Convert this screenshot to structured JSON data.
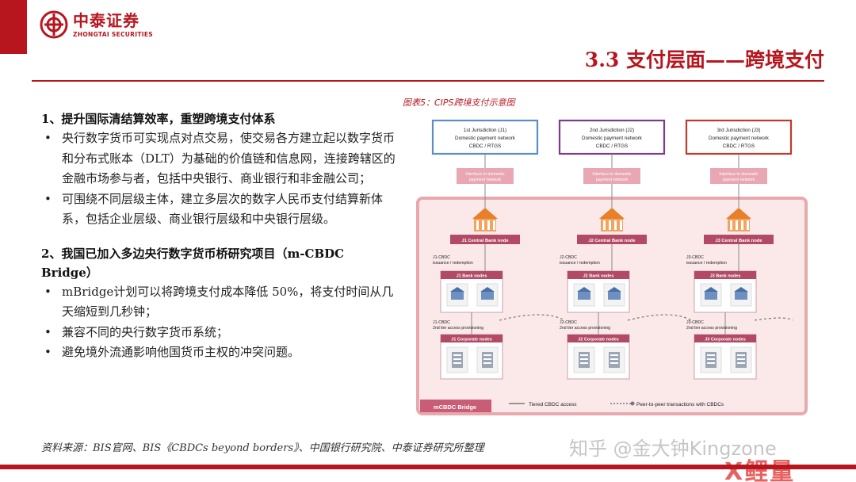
{
  "header": {
    "logo_cn": "中泰证券",
    "logo_en": "ZHONGTAI SECURITIES",
    "title": "3.3 支付层面——跨境支付"
  },
  "section1": {
    "heading": "1、提升国际清结算效率，重塑跨境支付体系",
    "bullets": [
      "央行数字货币可实现点对点交易，使交易各方建立起以数字货币和分布式账本（DLT）为基础的价值链和信息网，连接跨辖区的金融市场参与者，包括中央银行、商业银行和非金融公司；",
      "可围绕不同层级主体，建立多层次的数字人民币支付结算新体系，包括企业层级、商业银行层级和中央银行层级。"
    ]
  },
  "section2": {
    "heading": "2、我国已加入多边央行数字货币桥研究项目（m-CBDC Bridge）",
    "bullets": [
      "mBridge计划可以将跨境支付成本降低 50%，将支付时间从几天缩短到几秒钟；",
      "兼容不同的央行数字货币系统；",
      "避免境外流通影响他国货币主权的冲突问题。"
    ]
  },
  "figure": {
    "caption": "图表5：CIPS跨境支付示意图",
    "columns": [
      {
        "jurisdiction": "1st Jurisdiction (J1)",
        "network": "Domestic payment network",
        "cbdc": "CBDC / RTGS",
        "interface": "Interface to domestic payment network",
        "central_node": "J1 Central Bank node",
        "issuance": "J1-CBDC issuance / redemption",
        "bank_nodes": "J1 Bank nodes",
        "access": "J1-CBDC 2nd tier access provisioning",
        "corporate_nodes": "J1 Corporate nodes",
        "color": "#5b8ec9"
      },
      {
        "jurisdiction": "2nd Jurisdiction (J2)",
        "network": "Domestic payment network",
        "cbdc": "CBDC / RTGS",
        "interface": "Interface to domestic payment network",
        "central_node": "J2 Central Bank node",
        "issuance": "J2-CBDC issuance / redemption",
        "bank_nodes": "J2 Bank nodes",
        "access": "J2-CBDC 2nd tier access provisioning",
        "corporate_nodes": "J2 Corporate nodes",
        "color": "#7b3b8e"
      },
      {
        "jurisdiction": "3rd Jurisdiction (J3)",
        "network": "Domestic payment network",
        "cbdc": "CBDC / RTGS",
        "interface": "Interface to domestic payment network",
        "central_node": "J3 Central Bank node",
        "issuance": "J3-CBDC issuance / redemption",
        "bank_nodes": "J3 Bank nodes",
        "access": "J3-CBDC 2nd tier access provisioning",
        "corporate_nodes": "J3 Corporate nodes",
        "color": "#c0392b"
      }
    ],
    "bridge_label": "mCBDC Bridge",
    "legend_solid": "Tiered CBDC access",
    "legend_dashed": "Peer-to-peer transactions with CBDCs",
    "colors": {
      "accent": "#b8161f",
      "box_bg": "#f6d6d8",
      "node_header": "#b24a66",
      "bridge_label_bg": "#c95d77"
    }
  },
  "footer": {
    "source": "资料来源：BIS官网、BIS《CBDCs beyond borders》、中国银行研究院、中泰证券研究所整理",
    "watermark": "知乎 @金大钟Kingzone",
    "corner_logo": "X鲤量"
  }
}
